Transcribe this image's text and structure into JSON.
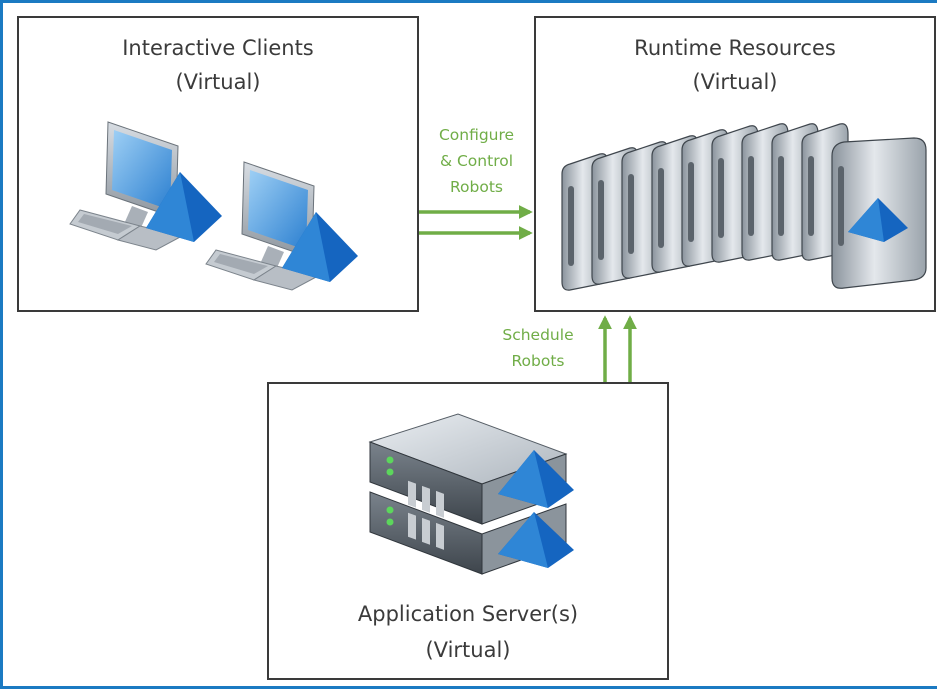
{
  "nodes": {
    "clients": {
      "title": "Interactive Clients",
      "subtitle": "(Virtual)",
      "icon": "desktop-computer-icon"
    },
    "runtime": {
      "title": "Runtime Resources",
      "subtitle": "(Virtual)",
      "icon": "blade-server-icon"
    },
    "appserver": {
      "title": "Application Server(s)",
      "subtitle": "(Virtual)",
      "icon": "rack-server-icon"
    }
  },
  "edges": {
    "configure": {
      "line1": "Configure",
      "line2": "& Control",
      "line3": "Robots"
    },
    "schedule": {
      "line1": "Schedule",
      "line2": "Robots"
    }
  },
  "colors": {
    "frame": "#1b7ac2",
    "arrow": "#70ad47",
    "label": "#70ad47",
    "brand": "#1565c0"
  }
}
